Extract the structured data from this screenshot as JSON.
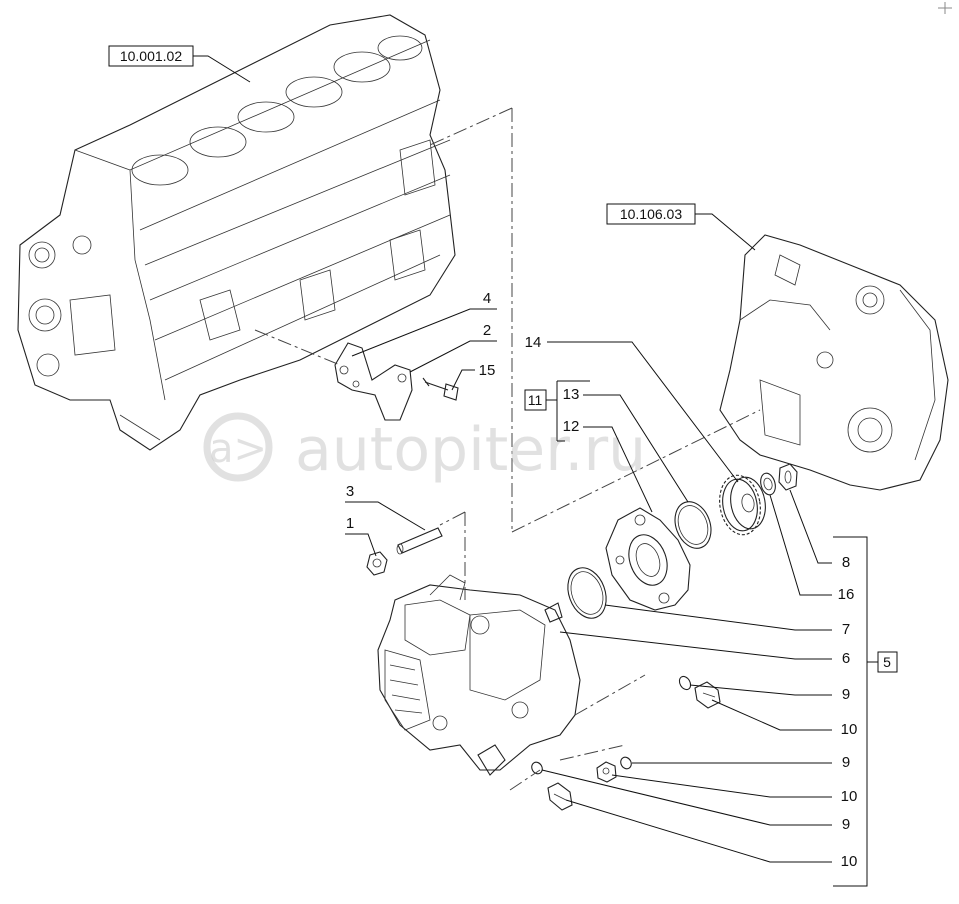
{
  "references": {
    "engine_block": "10.001.02",
    "timing_cover": "10.106.03"
  },
  "watermark": "autopiter.ru",
  "callouts": {
    "c4": "4",
    "c2": "2",
    "c15": "15",
    "c3": "3",
    "c1": "1",
    "c14": "14",
    "c13": "13",
    "c12": "12",
    "c11": "11",
    "c8": "8",
    "c16": "16",
    "c7": "7",
    "c6": "6",
    "c5": "5",
    "c9a": "9",
    "c10a": "10",
    "c9b": "9",
    "c10b": "10",
    "c9c": "9",
    "c10c": "10"
  },
  "colors": {
    "line": "#222222",
    "watermark": "#c9c9c9"
  }
}
